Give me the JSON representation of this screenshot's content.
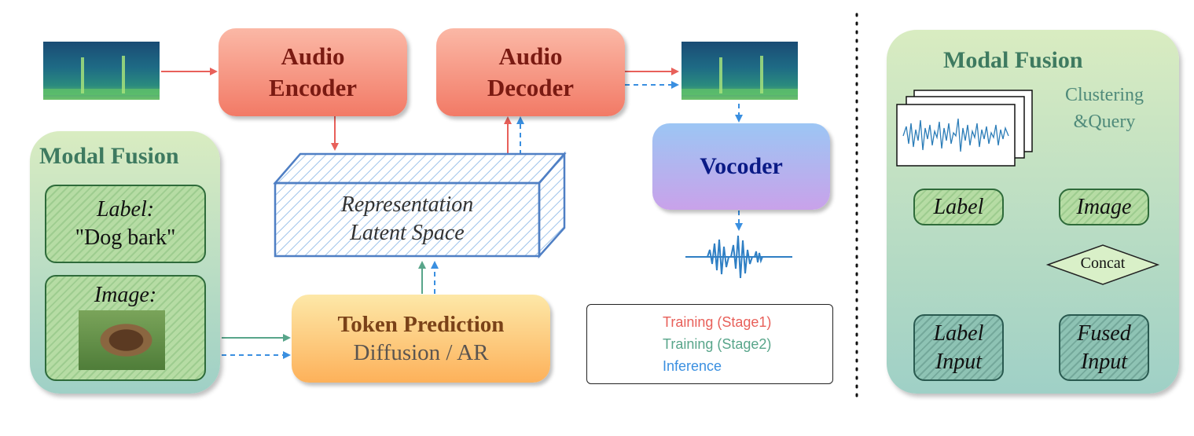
{
  "main_diagram": {
    "audio_encoder": [
      "Audio",
      "Encoder"
    ],
    "audio_decoder": [
      "Audio",
      "Decoder"
    ],
    "vocoder": "Vocoder",
    "latent_space": [
      "Representation",
      "Latent Space"
    ],
    "token_prediction": {
      "title": "Token Prediction",
      "subtitle": "Diffusion / AR"
    },
    "modal_fusion": {
      "title": "Modal Fusion",
      "label_tag": {
        "heading": "Label:",
        "value": "\"Dog bark\""
      },
      "image_tag": {
        "heading": "Image:"
      }
    }
  },
  "legend": {
    "items": [
      {
        "text": "Training (Stage1)",
        "color": "#e8605a",
        "style": "solid"
      },
      {
        "text": "Training (Stage2)",
        "color": "#58a58a",
        "style": "solid"
      },
      {
        "text": "Inference",
        "color": "#3a8fe0",
        "style": "dashed"
      }
    ]
  },
  "modal_fusion_detail": {
    "title": "Modal Fusion",
    "clustering_query": [
      "Clustering",
      "&Query"
    ],
    "label": "Label",
    "image": "Image",
    "concat": "Concat",
    "label_input": [
      "Label",
      "Input"
    ],
    "fused_input": [
      "Fused",
      "Input"
    ]
  },
  "colors": {
    "stage1": "#e8605a",
    "stage2": "#58a58a",
    "inference": "#3a8fe0",
    "audio_box": "#f48b76",
    "vocoder_text": "#0a1a86",
    "fusion_title": "#3e7a60"
  }
}
